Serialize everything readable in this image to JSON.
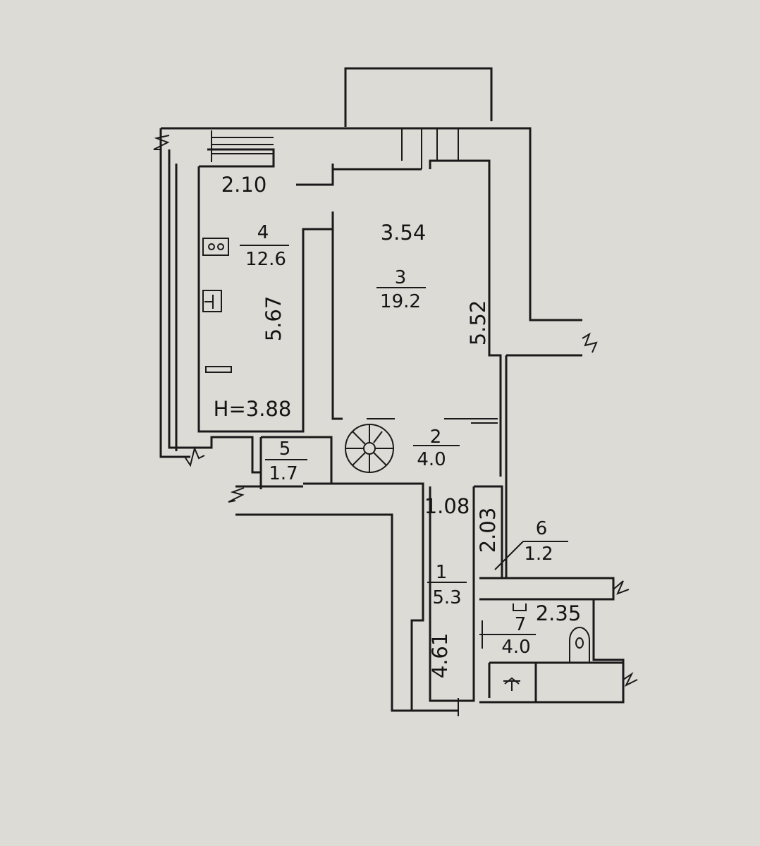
{
  "colors": {
    "paper": "#dcdbd6",
    "ink": "#1a1a1a"
  },
  "rooms": [
    {
      "number": "1",
      "area": "5.3"
    },
    {
      "number": "2",
      "area": "4.0"
    },
    {
      "number": "3",
      "area": "19.2"
    },
    {
      "number": "4",
      "area": "12.6"
    },
    {
      "number": "5",
      "area": "1.7"
    },
    {
      "number": "6",
      "area": "1.2"
    },
    {
      "number": "7",
      "area": "4.0"
    }
  ],
  "dimensions": {
    "kitchen_width": "2.10",
    "kitchen_length": "5.67",
    "main_width": "3.54",
    "main_length": "5.52",
    "ceiling_height": "H=3.88",
    "corridor_width": "1.08",
    "closet_length": "2.03",
    "hall_length": "4.61",
    "bath_width": "2.35"
  },
  "icons": [
    "stove-icon",
    "sink-icon",
    "toilet-icon",
    "washbasin-icon",
    "spiral-stair-icon",
    "break-line-icon"
  ]
}
